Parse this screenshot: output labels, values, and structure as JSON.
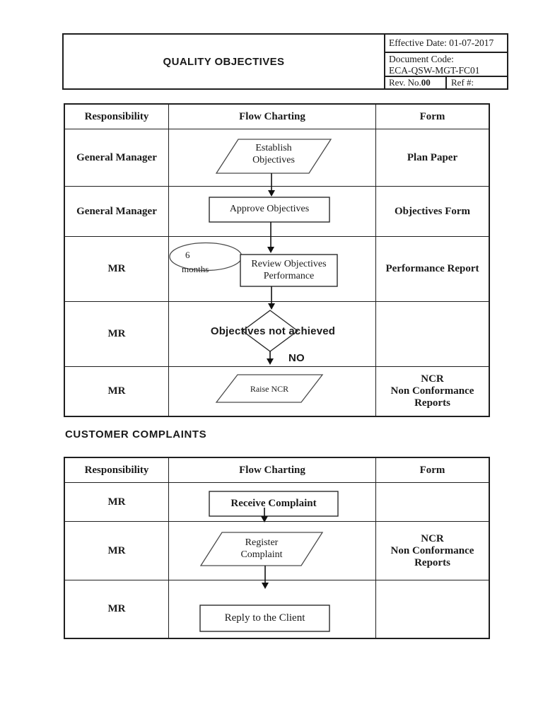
{
  "header": {
    "title": "QUALITY OBJECTIVES",
    "effective_date": "Effective Date: 01-07-2017",
    "document_code": "Document Code:\nECA-QSW-MGT-FC01",
    "rev_label": "Rev. No.",
    "rev_value": "00",
    "ref_label": "Ref #:"
  },
  "section_title": "CUSTOMER COMPLAINTS",
  "table1": {
    "columns": [
      "Responsibility",
      "Flow Charting",
      "Form"
    ],
    "rows": [
      {
        "responsibility": "General Manager",
        "form": "Plan Paper"
      },
      {
        "responsibility": "General Manager",
        "form": "Objectives Form"
      },
      {
        "responsibility": "MR",
        "form": "Performance Report"
      },
      {
        "responsibility": "MR",
        "form": ""
      },
      {
        "responsibility": "MR",
        "form": "NCR\nNon Conformance\nReports"
      }
    ],
    "flow": {
      "establish": "Establish\nObjectives",
      "approve": "Approve Objectives",
      "timer_value": "6",
      "timer_unit": "months",
      "review": "Review Objectives\nPerformance",
      "decision": "Objectives not achieved",
      "decision_branch": "NO",
      "raise_ncr": "Raise NCR"
    }
  },
  "table2": {
    "columns": [
      "Responsibility",
      "Flow Charting",
      "Form"
    ],
    "rows": [
      {
        "responsibility": "MR",
        "form": ""
      },
      {
        "responsibility": "MR",
        "form": "NCR\nNon Conformance\nReports"
      },
      {
        "responsibility": "MR",
        "form": ""
      }
    ],
    "flow": {
      "receive": "Receive Complaint",
      "register": "Register\nComplaint",
      "reply": "Reply to the Client"
    }
  }
}
